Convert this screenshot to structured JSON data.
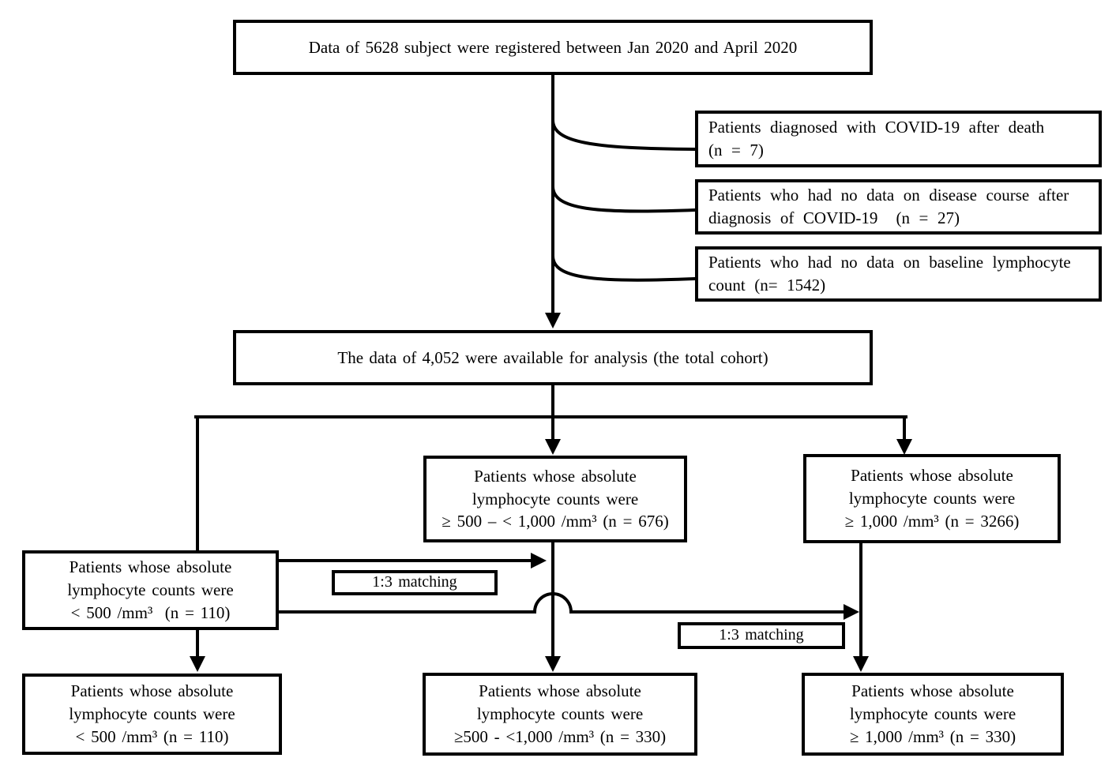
{
  "diagram": {
    "colors": {
      "ink": "#000000",
      "background": "#ffffff"
    },
    "boxes": {
      "registered": {
        "lines": [
          "Data of 5628 subject were registered between Jan 2020 and April 2020"
        ]
      },
      "excluded_after_death": {
        "lines": [
          "Patients diagnosed with COVID-19 after death",
          "(n = 7)"
        ]
      },
      "excluded_no_course": {
        "lines": [
          "Patients who had no data on disease course after",
          "diagnosis of COVID-19  (n = 27)"
        ]
      },
      "excluded_no_baseline": {
        "lines": [
          "Patients who had no data on baseline lymphocyte",
          "count (n= 1542)"
        ]
      },
      "total_cohort": {
        "lines": [
          "The data of 4,052 were available for analysis (the total cohort)"
        ]
      },
      "group_low": {
        "lines": [
          "Patients whose absolute",
          "lymphocyte counts were",
          "< 500 /mm³  (n = 110)"
        ]
      },
      "group_mid": {
        "lines": [
          "Patients whose absolute",
          "lymphocyte counts were",
          "≥ 500 – < 1,000 /mm³ (n = 676)"
        ]
      },
      "group_high": {
        "lines": [
          "Patients whose absolute",
          "lymphocyte counts were",
          "≥ 1,000 /mm³ (n = 3266)"
        ]
      },
      "matched_low": {
        "lines": [
          "Patients whose absolute",
          "lymphocyte counts were",
          "< 500 /mm³ (n = 110)"
        ]
      },
      "matched_mid": {
        "lines": [
          "Patients whose absolute",
          "lymphocyte counts were",
          "≥500 - <1,000 /mm³ (n = 330)"
        ]
      },
      "matched_high": {
        "lines": [
          "Patients whose absolute",
          "lymphocyte counts were",
          "≥ 1,000 /mm³ (n = 330)"
        ]
      }
    },
    "labels": {
      "matching_left": "1:3 matching",
      "matching_right": "1:3 matching"
    }
  }
}
